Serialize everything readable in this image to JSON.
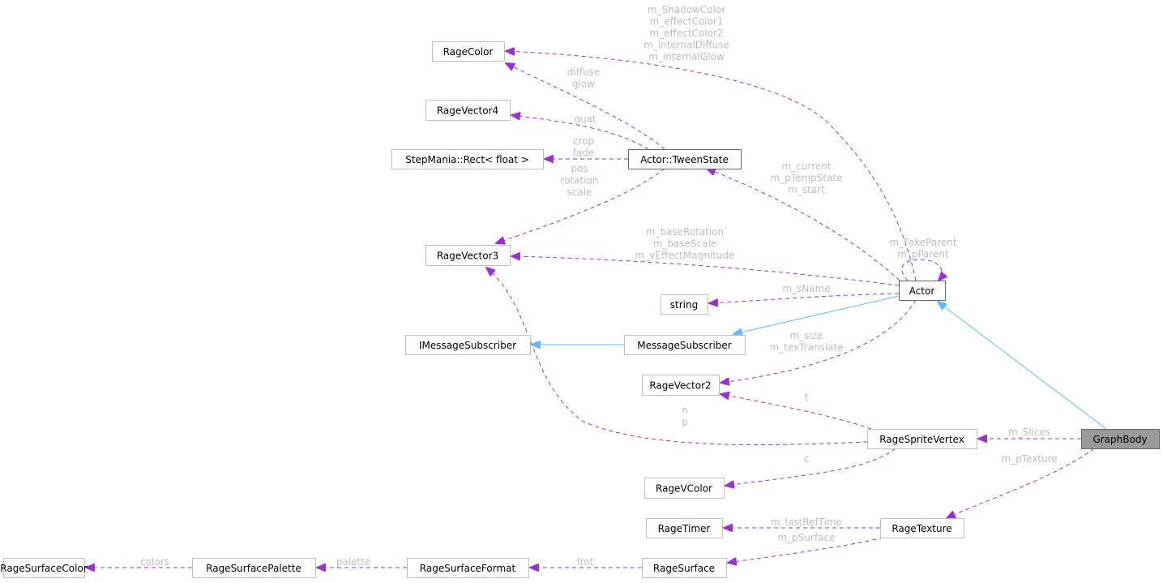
{
  "diagram": {
    "title": "GraphBody collaboration graph",
    "colors": {
      "member_edge": "#9a32cd",
      "inheritance_edge": "#63b8ff",
      "focus_node_fill": "#999999",
      "label_text": "#bdbdbd"
    },
    "nodes": [
      {
        "id": "RageColor",
        "label": "RageColor"
      },
      {
        "id": "RageVector4",
        "label": "RageVector4"
      },
      {
        "id": "Rect",
        "label": "StepMania::Rect< float >"
      },
      {
        "id": "TweenState",
        "label": "Actor::TweenState"
      },
      {
        "id": "RageVector3",
        "label": "RageVector3"
      },
      {
        "id": "string",
        "label": "string"
      },
      {
        "id": "Actor",
        "label": "Actor"
      },
      {
        "id": "IMessageSubscriber",
        "label": "IMessageSubscriber"
      },
      {
        "id": "MessageSubscriber",
        "label": "MessageSubscriber"
      },
      {
        "id": "RageVector2",
        "label": "RageVector2"
      },
      {
        "id": "RageSpriteVertex",
        "label": "RageSpriteVertex"
      },
      {
        "id": "GraphBody",
        "label": "GraphBody"
      },
      {
        "id": "RageVColor",
        "label": "RageVColor"
      },
      {
        "id": "RageTimer",
        "label": "RageTimer"
      },
      {
        "id": "RageTexture",
        "label": "RageTexture"
      },
      {
        "id": "RageSurfaceColor",
        "label": "RageSurfaceColor"
      },
      {
        "id": "RageSurfacePalette",
        "label": "RageSurfacePalette"
      },
      {
        "id": "RageSurfaceFormat",
        "label": "RageSurfaceFormat"
      },
      {
        "id": "RageSurface",
        "label": "RageSurface"
      }
    ],
    "edges": [
      {
        "from": "Actor",
        "to": "RageColor",
        "type": "member",
        "label": [
          "m_ShadowColor",
          "m_effectColor1",
          "m_effectColor2",
          "m_internalDiffuse",
          "m_internalGlow"
        ]
      },
      {
        "from": "TweenState",
        "to": "RageColor",
        "type": "member",
        "label": [
          "diffuse",
          "glow"
        ]
      },
      {
        "from": "TweenState",
        "to": "RageVector4",
        "type": "member",
        "label": [
          "quat"
        ]
      },
      {
        "from": "TweenState",
        "to": "Rect",
        "type": "member",
        "label": [
          "crop",
          "fade"
        ]
      },
      {
        "from": "TweenState",
        "to": "RageVector3",
        "type": "member",
        "label": [
          "pos",
          "rotation",
          "scale"
        ]
      },
      {
        "from": "Actor",
        "to": "TweenState",
        "type": "member",
        "label": [
          "m_current",
          "m_pTempState",
          "m_start"
        ]
      },
      {
        "from": "Actor",
        "to": "RageVector3",
        "type": "member",
        "label": [
          "m_baseRotation",
          "m_baseScale",
          "m_vEffectMagnitude"
        ]
      },
      {
        "from": "Actor",
        "to": "Actor",
        "type": "member",
        "label": [
          "m_FakeParent",
          "m_pParent"
        ]
      },
      {
        "from": "Actor",
        "to": "string",
        "type": "member",
        "label": [
          "m_sName"
        ]
      },
      {
        "from": "Actor",
        "to": "MessageSubscriber",
        "type": "inheritance",
        "label": []
      },
      {
        "from": "MessageSubscriber",
        "to": "IMessageSubscriber",
        "type": "inheritance",
        "label": []
      },
      {
        "from": "Actor",
        "to": "RageVector2",
        "type": "member",
        "label": [
          "m_size",
          "m_texTranslate"
        ]
      },
      {
        "from": "GraphBody",
        "to": "Actor",
        "type": "inheritance",
        "label": []
      },
      {
        "from": "RageSpriteVertex",
        "to": "RageVector2",
        "type": "member",
        "label": [
          "t"
        ]
      },
      {
        "from": "RageSpriteVertex",
        "to": "RageVector3",
        "type": "member",
        "label": [
          "n",
          "p"
        ]
      },
      {
        "from": "GraphBody",
        "to": "RageSpriteVertex",
        "type": "member",
        "label": [
          "m_Slices"
        ]
      },
      {
        "from": "RageSpriteVertex",
        "to": "RageVColor",
        "type": "member",
        "label": [
          "c"
        ]
      },
      {
        "from": "GraphBody",
        "to": "RageTexture",
        "type": "member",
        "label": [
          "m_pTexture"
        ]
      },
      {
        "from": "RageTexture",
        "to": "RageTimer",
        "type": "member",
        "label": [
          "m_lastRefTime"
        ]
      },
      {
        "from": "RageTexture",
        "to": "RageSurface",
        "type": "member",
        "label": [
          "m_pSurface"
        ]
      },
      {
        "from": "RageSurface",
        "to": "RageSurfaceFormat",
        "type": "member",
        "label": [
          "fmt"
        ]
      },
      {
        "from": "RageSurfaceFormat",
        "to": "RageSurfacePalette",
        "type": "member",
        "label": [
          "palette"
        ]
      },
      {
        "from": "RageSurfacePalette",
        "to": "RageSurfaceColor",
        "type": "member",
        "label": [
          "colors"
        ]
      }
    ]
  }
}
